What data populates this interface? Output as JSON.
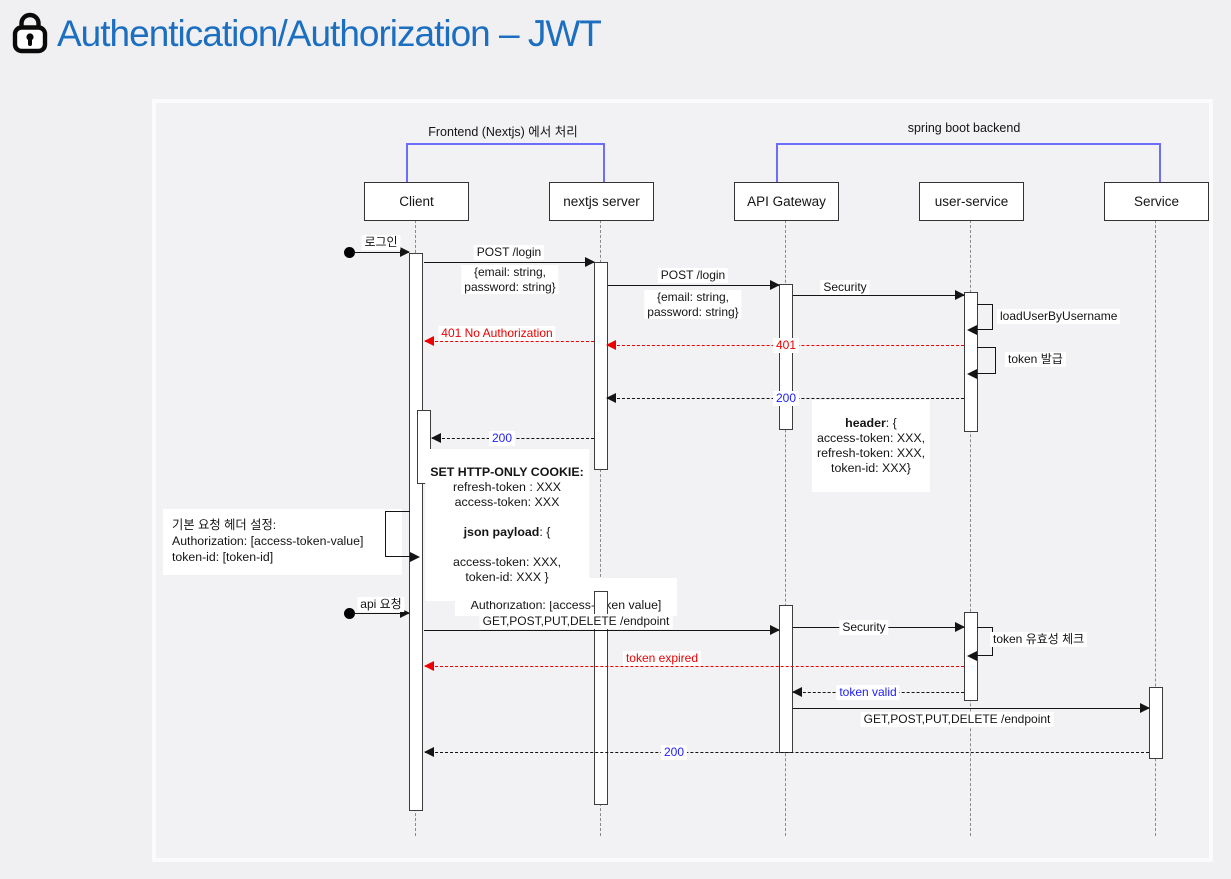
{
  "header": {
    "icon": "lock-icon",
    "title": "Authentication/Authorization – JWT",
    "title_color": "#1c6fc0"
  },
  "diagram": {
    "groups": {
      "frontend": "Frontend (Nextjs) 에서 처리",
      "backend": "spring boot backend"
    },
    "participants": {
      "client": "Client",
      "nextjs": "nextjs server",
      "apigw": "API Gateway",
      "userservice": "user-service",
      "service": "Service"
    },
    "colors": {
      "error_red": "#ee0000",
      "status_blue": "#2020ff",
      "bracket_blue": "#6c6cff"
    },
    "messages": {
      "login_trigger": "로그인",
      "post_login1": "POST /login",
      "post_login1_body": "{email: string,\npassword: string}",
      "post_login2": "POST /login",
      "post_login2_body": "{email: string,\npassword: string}",
      "security1": "Security",
      "load_user": "loadUserByUsername",
      "401_short": "401",
      "401_full": "401 No Authorization",
      "token_issue": "token 발급",
      "200_first": "200",
      "header_bold": "header",
      "header_rest": ": {",
      "header_body": "access-token: XXX,\nrefresh-token: XXX,\ntoken-id: XXX}",
      "200_second": "200",
      "cookie_title": "SET HTTP-ONLY COOKIE:",
      "cookie_tokens": "refresh-token : XXX\naccess-token: XXX",
      "cookie_json_bold": "json payload",
      "cookie_json_rest": ": {",
      "cookie_payload": "access-token: XXX,\ntoken-id: XXX }",
      "default_header_note": "기본 요청 헤더 설정:\nAuthorization:  [access-token-value]\ntoken-id: [token-id]",
      "api_trigger": "api 요청",
      "request_header_note": "header:\nAuthorization: [access-token value]",
      "get_endpoint1": "GET,POST,PUT,DELETE /endpoint",
      "security2": "Security",
      "token_check": "token 유효성 체크",
      "token_expired": "token expired",
      "token_valid": "token valid",
      "get_endpoint2": "GET,POST,PUT,DELETE /endpoint",
      "200_final": "200"
    }
  }
}
